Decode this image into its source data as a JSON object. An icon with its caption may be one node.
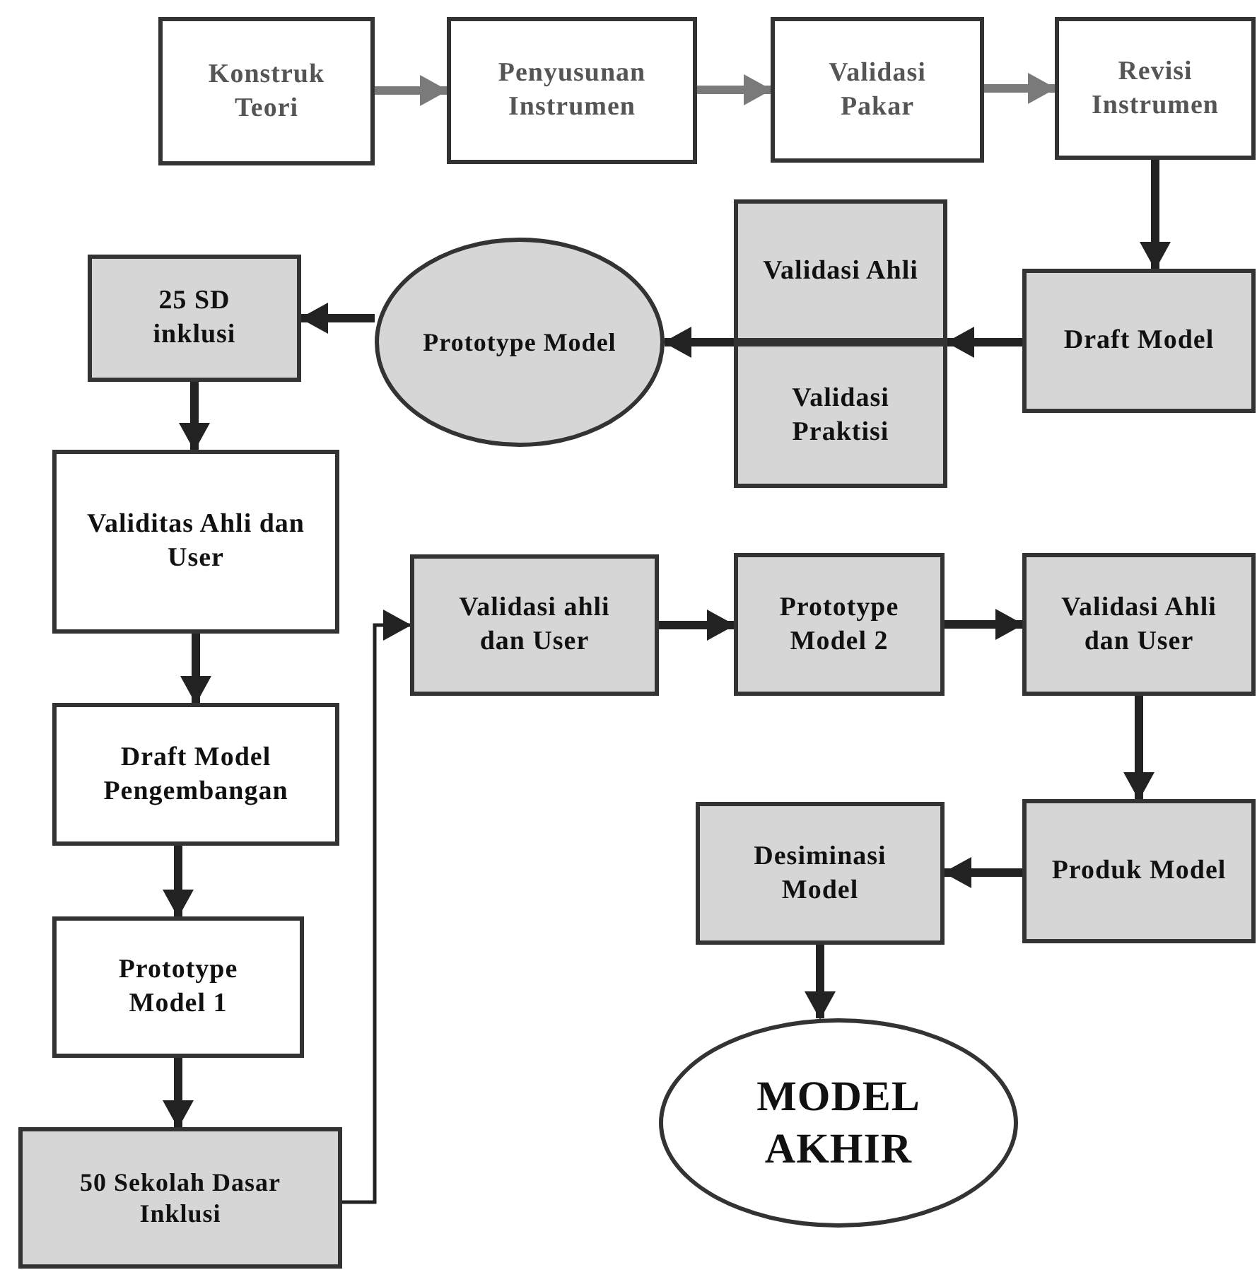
{
  "diagram": {
    "nodes": [
      {
        "text": [
          "Konstruk Teori"
        ]
      },
      {
        "text": [
          "Penyusunan Instrumen"
        ]
      },
      {
        "text": [
          "Validasi Pakar"
        ]
      },
      {
        "text": [
          "Revisi Instrumen"
        ]
      },
      {
        "text": [
          "Validasi Ahli"
        ]
      },
      {
        "text": [
          "Validasi Praktisi"
        ]
      },
      {
        "text": [
          "Draft Model"
        ]
      },
      {
        "text": [
          "Prototype Model"
        ]
      },
      {
        "text": [
          "25 SD inklusi"
        ]
      },
      {
        "text": [
          "Validitas Ahli dan User"
        ]
      },
      {
        "text": [
          "Draft Model Pengembangan"
        ]
      },
      {
        "text": [
          "Prototype Model 1"
        ]
      },
      {
        "text": [
          "50 Sekolah Dasar Inklusi"
        ]
      },
      {
        "text": [
          "Validasi ahli dan User"
        ]
      },
      {
        "text": [
          "Prototype Model 2"
        ]
      },
      {
        "text": [
          "Validasi Ahli dan User"
        ]
      },
      {
        "text": [
          "Produk Model"
        ]
      },
      {
        "text": [
          "Desiminasi Model"
        ]
      },
      {
        "text": [
          "MODEL AKHIR"
        ]
      }
    ],
    "edges": [
      {
        "from": 0,
        "to": 1,
        "arrow": "to",
        "color": "#7a7a7a"
      },
      {
        "from": 1,
        "to": 2,
        "arrow": "to",
        "color": "#7a7a7a"
      },
      {
        "from": 2,
        "to": 3,
        "arrow": "to",
        "color": "#7a7a7a"
      },
      {
        "from": 3,
        "to": 6,
        "arrow": "to"
      },
      {
        "from": 6,
        "to": 4,
        "arrow": "to"
      },
      {
        "from": 6,
        "to": 5,
        "arrow": "to"
      },
      {
        "from": 4,
        "to": 7,
        "arrow": "to"
      },
      {
        "from": 5,
        "to": 7,
        "arrow": "to"
      },
      {
        "from": 7,
        "to": 8,
        "arrow": "to"
      },
      {
        "from": 8,
        "to": 9,
        "arrow": "to"
      },
      {
        "from": 9,
        "to": 10,
        "arrow": "to"
      },
      {
        "from": 10,
        "to": 11,
        "arrow": "to"
      },
      {
        "from": 11,
        "to": 12,
        "arrow": "to"
      },
      {
        "from": 12,
        "to": 13,
        "arrow": "to"
      },
      {
        "from": 13,
        "to": 14,
        "arrow": "to"
      },
      {
        "from": 14,
        "to": 15,
        "arrow": "to"
      },
      {
        "from": 15,
        "to": 16,
        "arrow": "to"
      },
      {
        "from": 16,
        "to": 17,
        "arrow": "to"
      },
      {
        "from": 17,
        "to": 18,
        "arrow": "to"
      }
    ]
  }
}
